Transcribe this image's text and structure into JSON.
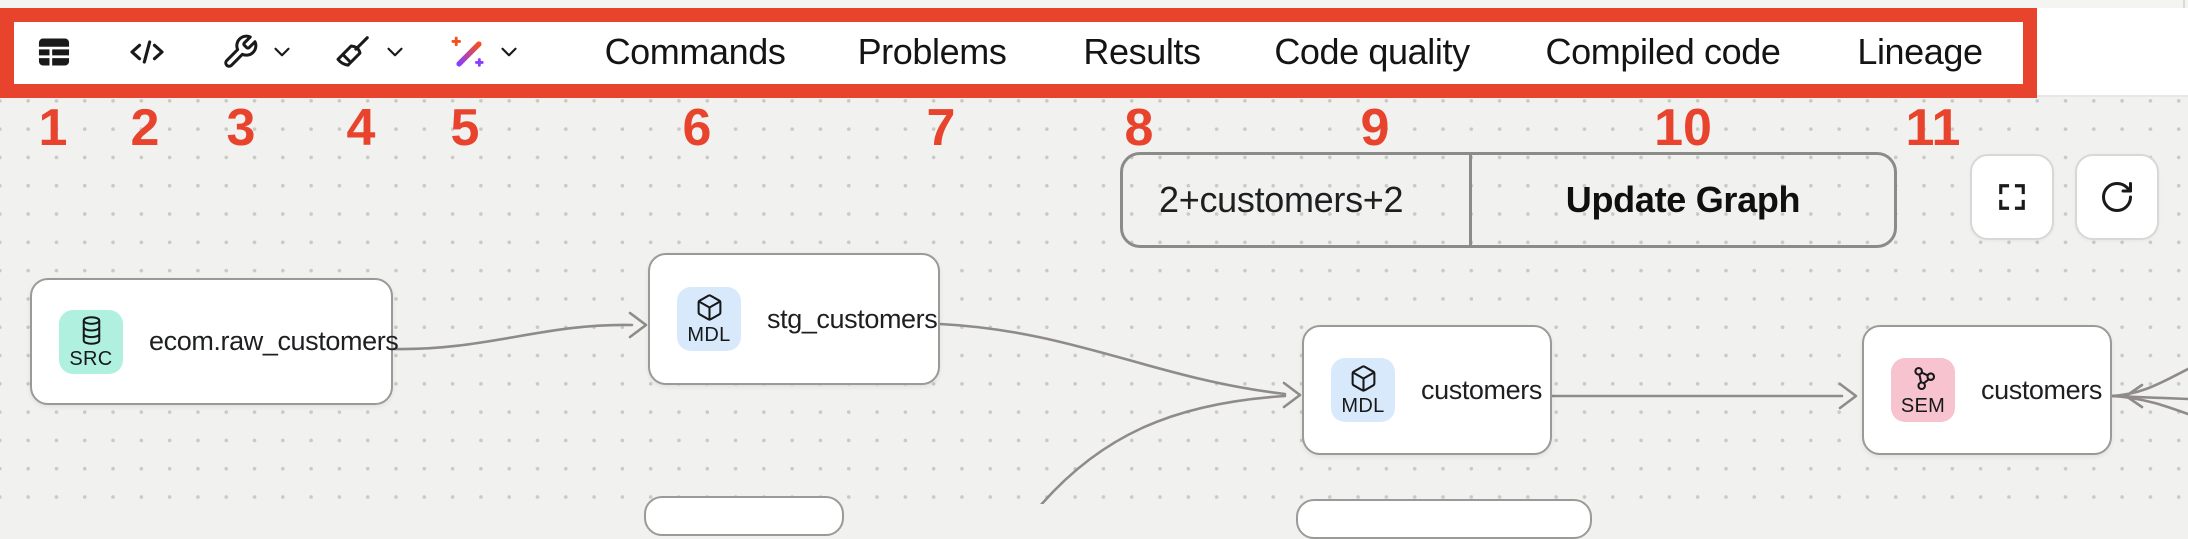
{
  "annotation": {
    "highlight_color": "#e8432c",
    "numbers": [
      "1",
      "2",
      "3",
      "4",
      "5",
      "6",
      "7",
      "8",
      "9",
      "10",
      "11"
    ]
  },
  "toolbar": {
    "icon_buttons": [
      {
        "icon": "table-icon"
      },
      {
        "icon": "code-icon"
      },
      {
        "icon": "wrench-icon",
        "dropdown": "chevron-down-icon"
      },
      {
        "icon": "broom-icon",
        "dropdown": "chevron-down-icon"
      },
      {
        "icon": "magic-wand-icon",
        "dropdown": "chevron-down-icon"
      }
    ],
    "tabs": [
      {
        "label": "Commands"
      },
      {
        "label": "Problems"
      },
      {
        "label": "Results"
      },
      {
        "label": "Code quality"
      },
      {
        "label": "Compiled code"
      },
      {
        "label": "Lineage"
      }
    ]
  },
  "lineage": {
    "filter_input": {
      "value": "2+customers+2"
    },
    "update_button_label": "Update Graph",
    "view_controls": [
      {
        "icon": "fullscreen-icon"
      },
      {
        "icon": "refresh-icon"
      }
    ],
    "nodes": [
      {
        "type": "SRC",
        "title": "ecom.raw_customers",
        "icon": "database-icon",
        "badge_color": "#aff1de"
      },
      {
        "type": "MDL",
        "title": "stg_customers",
        "icon": "cube-icon",
        "badge_color": "#d9e9fc"
      },
      {
        "type": "MDL",
        "title": "customers",
        "icon": "cube-icon",
        "badge_color": "#d9e9fc"
      },
      {
        "type": "SEM",
        "title": "customers",
        "icon": "semantic-model-icon",
        "badge_color": "#f6c3cf"
      }
    ]
  }
}
